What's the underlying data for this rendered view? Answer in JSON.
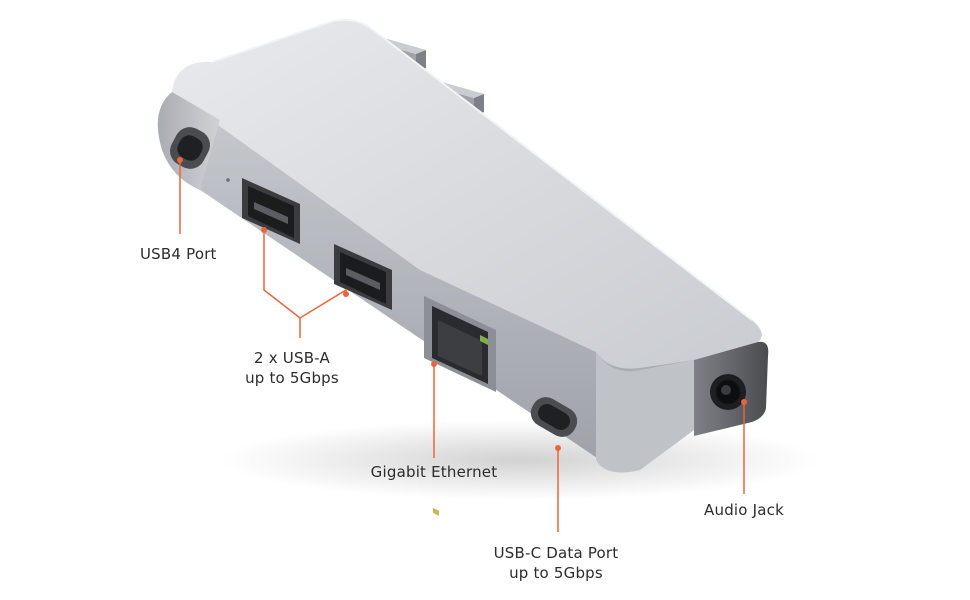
{
  "colors": {
    "accent": "#e8663d",
    "body_top": "#d9dbdf",
    "body_side": "#b9bcc1",
    "port_dark": "#2a2a2c",
    "text": "#2c2c2c"
  },
  "callouts": {
    "usb4": {
      "line1": "USB4 Port"
    },
    "usba": {
      "line1": "2 x USB-A",
      "line2": "up to 5Gbps"
    },
    "ethernet": {
      "line1": "Gigabit Ethernet"
    },
    "usbc": {
      "line1": "USB-C Data Port",
      "line2": "up to 5Gbps"
    },
    "audio": {
      "line1": "Audio Jack"
    }
  }
}
